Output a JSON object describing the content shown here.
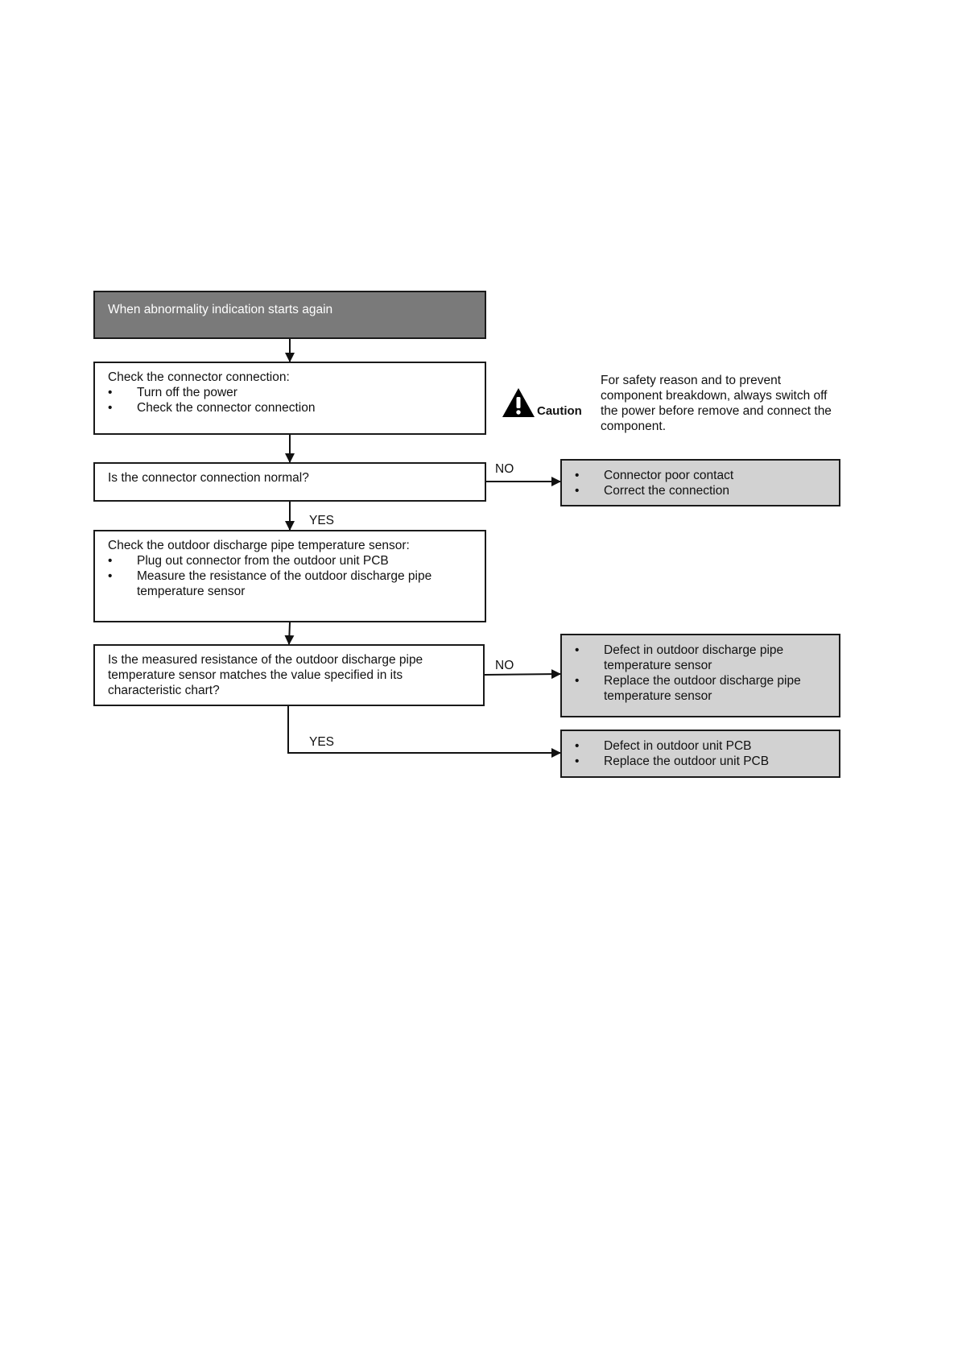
{
  "flowchart": {
    "start": {
      "text": "When abnormality indication starts again"
    },
    "check_connector": {
      "title": "Check the connector connection:",
      "items": [
        "Turn off the power",
        "Check the connector connection"
      ]
    },
    "q_connector": {
      "text": "Is the connector connection normal?"
    },
    "no_connector": {
      "items": [
        "Connector poor contact",
        "Correct the connection"
      ]
    },
    "check_sensor": {
      "title": "Check the outdoor discharge pipe temperature sensor:",
      "items": [
        "Plug out connector from the outdoor unit PCB",
        "Measure the resistance of the outdoor discharge pipe temperature sensor"
      ]
    },
    "q_resistance": {
      "text": "Is the measured resistance of the outdoor discharge pipe temperature sensor matches the value specified in its characteristic chart?"
    },
    "no_resistance": {
      "items": [
        "Defect in outdoor discharge pipe temperature sensor",
        "Replace the outdoor discharge pipe temperature sensor"
      ]
    },
    "yes_resistance": {
      "items": [
        "Defect in outdoor unit PCB",
        "Replace the outdoor unit PCB"
      ]
    },
    "labels": {
      "no": "NO",
      "yes": "YES"
    }
  },
  "caution": {
    "label": "Caution",
    "text": "For safety reason and to prevent component breakdown, always switch off the power before remove and connect the component."
  },
  "colors": {
    "start_fill": "#7a7a7a",
    "result_fill": "#d2d2d2",
    "stroke": "#1a1a1a"
  }
}
